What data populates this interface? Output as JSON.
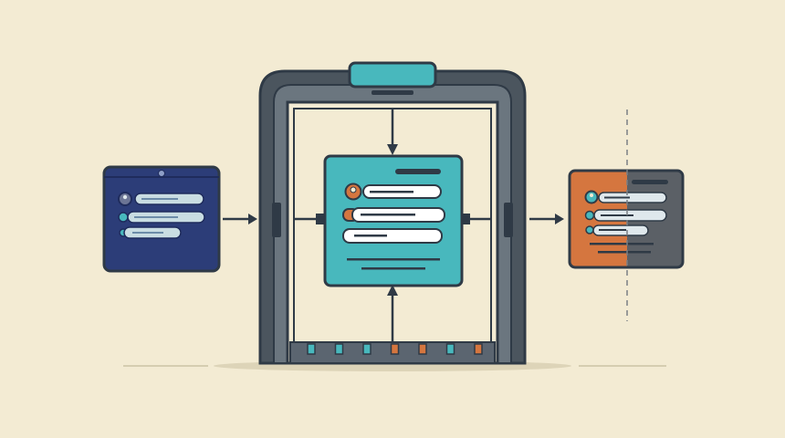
{
  "colors": {
    "background": "#f3ebd3",
    "outline": "#2f3a46",
    "frame_dark": "#4b555e",
    "frame_mid": "#66717a",
    "teal": "#48b8bd",
    "navy": "#2c3d78",
    "orange": "#d5763f",
    "slate": "#5b6066",
    "pill_light": "#dfe8ec",
    "ground": "#d9d0b4"
  },
  "icons": {
    "input_avatar": "user-avatar-icon",
    "center_avatar": "user-avatar-icon",
    "output_avatar": "user-avatar-icon"
  },
  "diagram": {
    "input_card": {
      "rows": 3
    },
    "center_card": {
      "rows": 3
    },
    "output_card": {
      "rows": 3
    },
    "floor_blocks": 7
  }
}
